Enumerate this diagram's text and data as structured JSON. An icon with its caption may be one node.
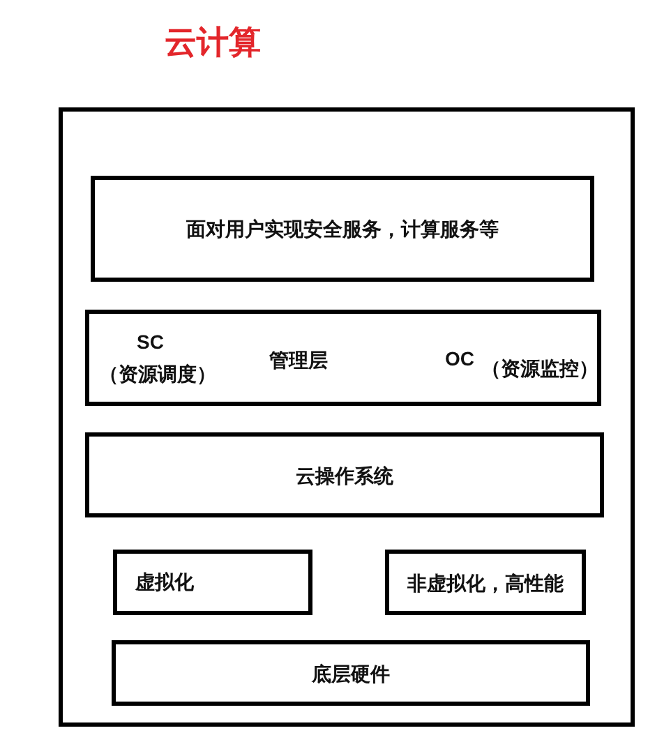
{
  "diagram": {
    "title": "云计算",
    "nodes": [
      {
        "text": [],
        "shape": "box"
      },
      {
        "text": [
          "面对用户实现安全服务，计算服务等"
        ],
        "in": 0
      },
      {
        "text": [
          "SC",
          "（资源调度）",
          "管理层",
          "OC",
          "（资源监控）"
        ],
        "in": 0
      },
      {
        "text": [
          "云操作系统"
        ],
        "in": 0
      },
      {
        "text": [
          "虚拟化"
        ],
        "in": 0
      },
      {
        "text": [
          "非虚拟化，高性能"
        ],
        "in": 0
      },
      {
        "text": [
          "底层硬件"
        ],
        "in": 0
      }
    ]
  }
}
